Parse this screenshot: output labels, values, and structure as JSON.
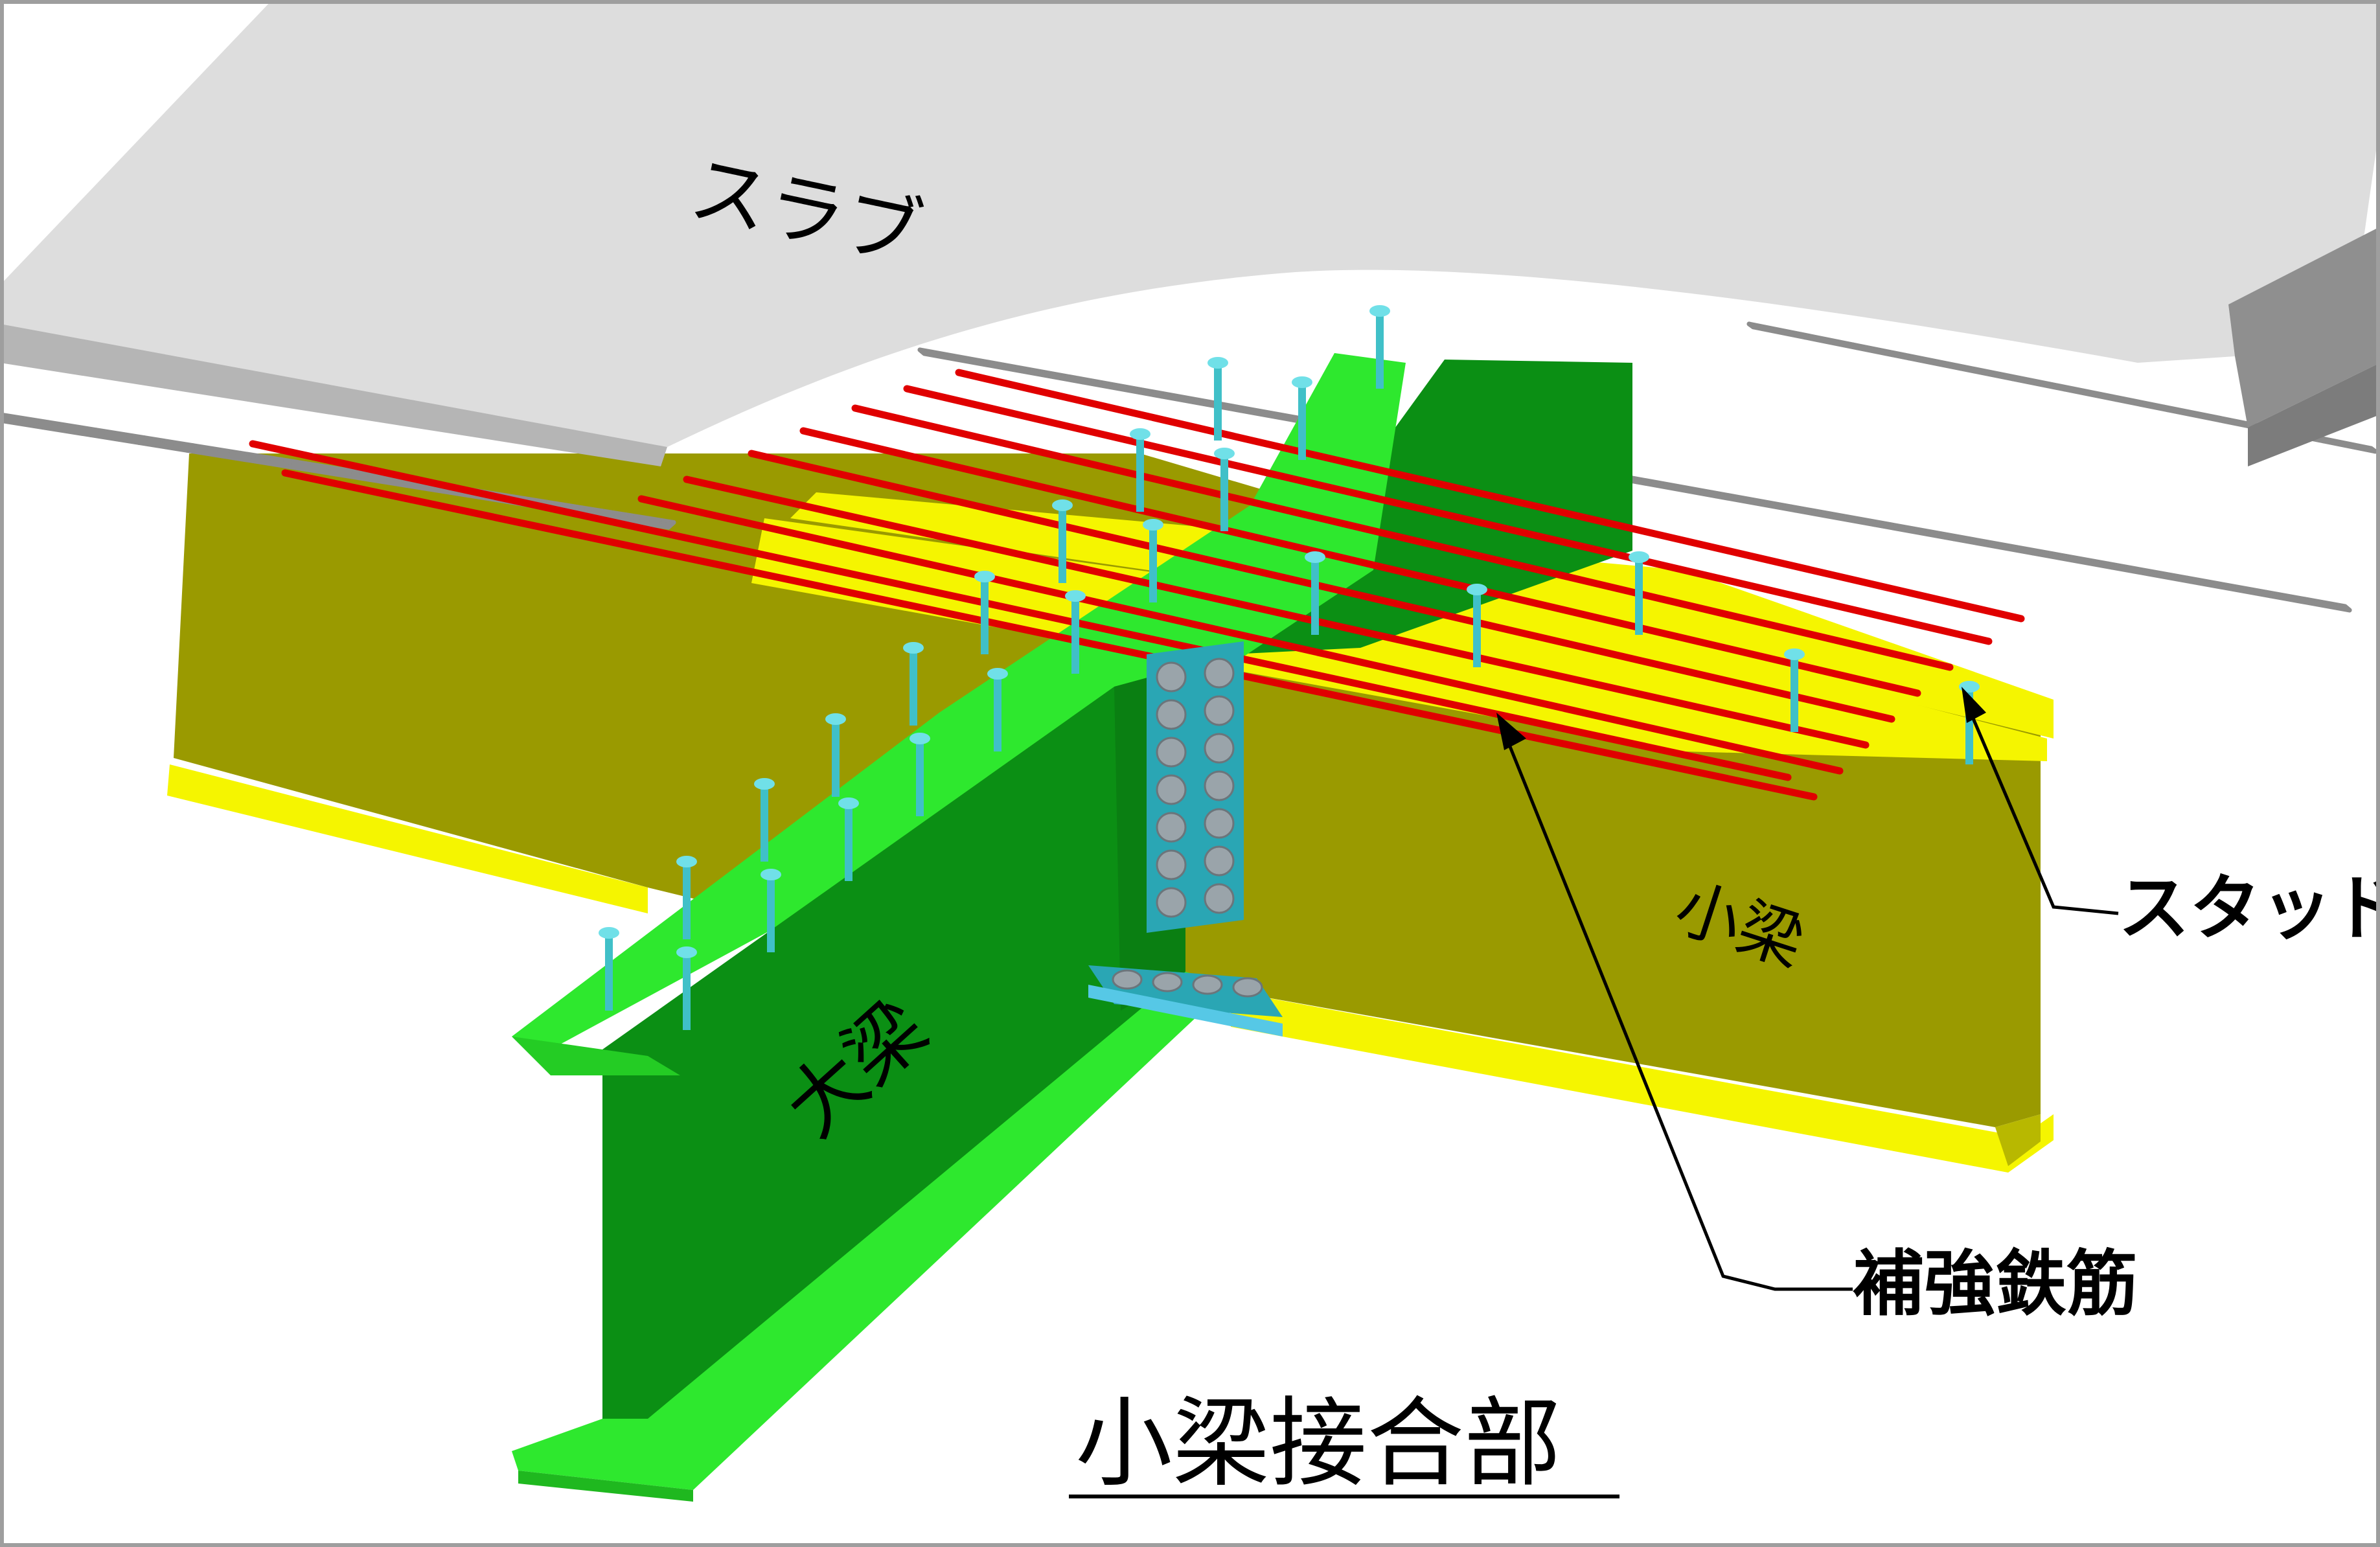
{
  "labels": {
    "slab": "スラブ",
    "stud": "スタッド",
    "small_beam": "小梁",
    "main_beam": "大梁",
    "reinforcement": "補強鉄筋",
    "title": "小梁接合部"
  },
  "colors": {
    "slab_top": "#dddddd",
    "slab_side": "#8f8f8f",
    "rebar_mesh": "#8c8c8c",
    "main_beam_web": "#0b8f14",
    "main_beam_flange": "#2ee82e",
    "small_beam_web": "#9a9a00",
    "small_beam_flange": "#f5f500",
    "reinforcement_bar": "#e00000",
    "stud": "#40c0c8",
    "splice_plate": "#2aa6b4",
    "bolt": "#9aa4aa",
    "border": "#9e9e9e"
  },
  "icons": {
    "stud": "headed-stud-icon",
    "bolt": "bolt-head-icon"
  }
}
